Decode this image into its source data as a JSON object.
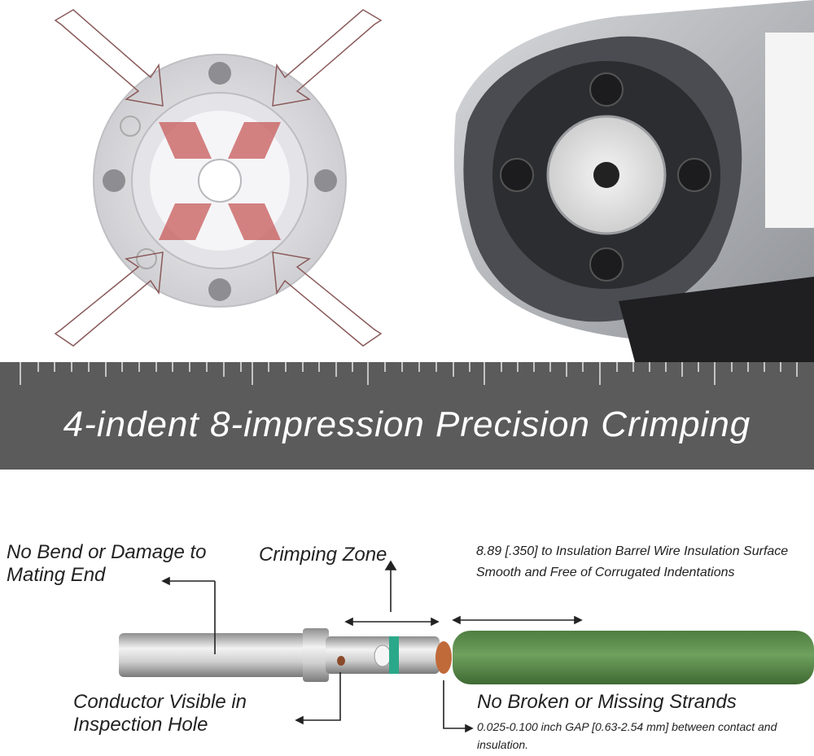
{
  "banner": {
    "title": "4-indent 8-impression Precision Crimping"
  },
  "annotations": {
    "no_bend": "No Bend or Damage to Mating End",
    "crimping_zone": "Crimping Zone",
    "insulation_note": "8.89 [.350] to Insulation Barrel Wire Insulation Surface Smooth and Free of Corrugated Indentations",
    "conductor_visible": "Conductor Visible in Inspection Hole",
    "no_broken": "No Broken or Missing Strands",
    "gap_note": "0.025-0.100 inch GAP [0.63-2.54 mm] between contact and insulation."
  },
  "colors": {
    "banner": "#5b5b5b",
    "wire": "#5a8a4a",
    "indent": "#c85a5a"
  }
}
